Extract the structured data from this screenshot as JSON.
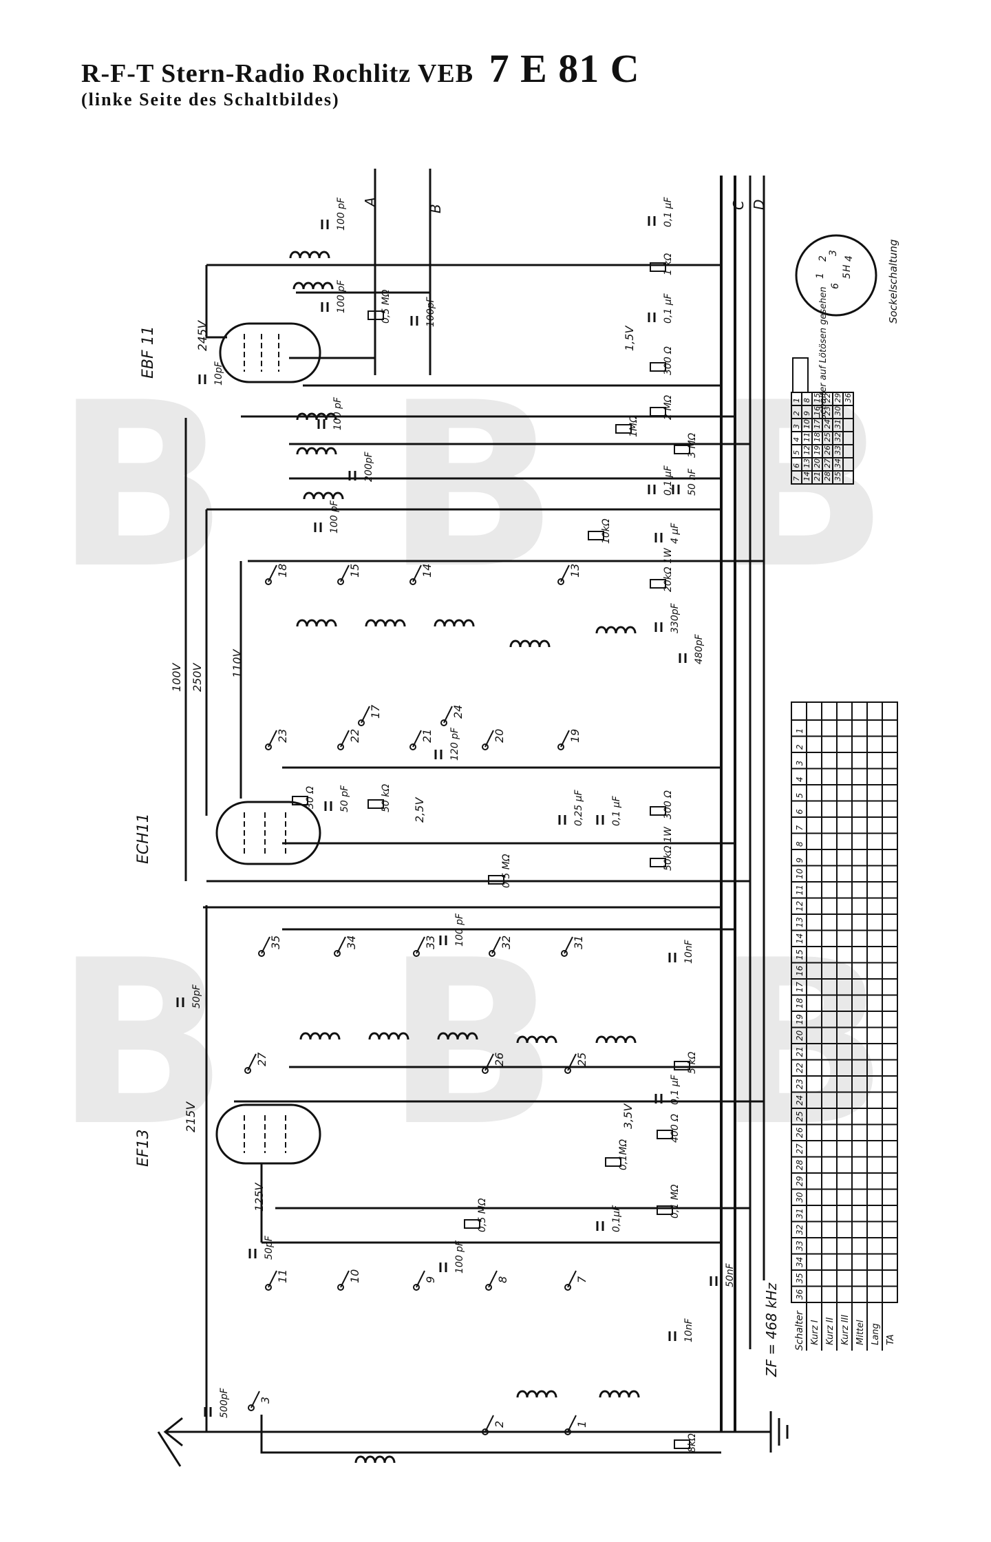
{
  "header": {
    "title": "R-F-T Stern-Radio Rochlitz VEB",
    "model": "7 E 81 C",
    "subtitle": "(linke Seite des Schaltbildes)"
  },
  "bus_labels": [
    "A",
    "B",
    "C",
    "D"
  ],
  "tubes": [
    {
      "name": "EBF 11",
      "voltage": "245V"
    },
    {
      "name": "ECH11",
      "voltage": ""
    },
    {
      "name": "EF13",
      "voltage": "215V"
    }
  ],
  "voltages": [
    "100V",
    "250V",
    "110V",
    "2,5V",
    "1,5V",
    "3,5V",
    "125V"
  ],
  "components": [
    "100 pF",
    "100 pF",
    "0,5 MΩ",
    "100pF",
    "10pF",
    "0,1 µF",
    "1 kΩ",
    "0,1 µF",
    "300 Ω",
    "2 MΩ",
    "1MΩ",
    "3 MΩ",
    "0,1 µF",
    "50 nF",
    "100 pF",
    "200pF",
    "100 pF",
    "10kΩ",
    "4 µF",
    "20kΩ 1W",
    "330pF",
    "480pF",
    "120 pF",
    "30 Ω",
    "50 pF",
    "50 kΩ",
    "0,25 µF",
    "0,1 µF",
    "300 Ω",
    "50kΩ 1W",
    "0,5 MΩ",
    "100 pF",
    "10nF",
    "50pF",
    "5 kΩ",
    "0,1 µF",
    "400 Ω",
    "0,1MΩ",
    "0,1 MΩ",
    "0,1µF",
    "0,5 MΩ",
    "50pF",
    "100 pF",
    "50nF",
    "10nF",
    "500pF",
    "8kΩ"
  ],
  "switch_numbers": [
    "18",
    "15",
    "14",
    "13",
    "23",
    "22",
    "21",
    "20",
    "19",
    "17",
    "24",
    "35",
    "34",
    "33",
    "32",
    "31",
    "27",
    "26",
    "25",
    "11",
    "10",
    "9",
    "8",
    "7",
    "3",
    "2",
    "1"
  ],
  "if_label": "ZF = 468 kHz",
  "socket": {
    "title": "Sockelschaltung",
    "note": "Schalter auf Lötösen gesehen",
    "pins": [
      "1",
      "2",
      "3",
      "4",
      "5",
      "6",
      "H"
    ]
  },
  "switch_grid": {
    "rows": [
      [
        "1",
        "2",
        "3",
        "4",
        "5",
        "6",
        "7"
      ],
      [
        "8",
        "9",
        "10",
        "11",
        "12",
        "13",
        "14"
      ],
      [
        "15",
        "16",
        "17",
        "18",
        "19",
        "20",
        "21"
      ],
      [
        "22",
        "23",
        "24",
        "25",
        "26",
        "27",
        "28"
      ],
      [
        "29",
        "30",
        "31",
        "32",
        "33",
        "34",
        "35"
      ],
      [
        "36",
        "",
        "",
        "",
        "",
        "",
        ""
      ]
    ]
  },
  "switch_table": {
    "header_label": "Schalter",
    "rows": [
      "Kurz I",
      "Kurz II",
      "Kurz III",
      "Mittel",
      "Lang",
      "TA"
    ],
    "columns": [
      "1",
      "2",
      "3",
      "4",
      "5",
      "6",
      "7",
      "8",
      "9",
      "10",
      "11",
      "12",
      "13",
      "14",
      "15",
      "16",
      "17",
      "18",
      "19",
      "20",
      "21",
      "22",
      "23",
      "24",
      "25",
      "26",
      "27",
      "28",
      "29",
      "30",
      "31",
      "32",
      "33",
      "34",
      "35",
      "36"
    ]
  },
  "watermark": [
    "B",
    "B",
    "B",
    "B",
    "B",
    "B"
  ]
}
